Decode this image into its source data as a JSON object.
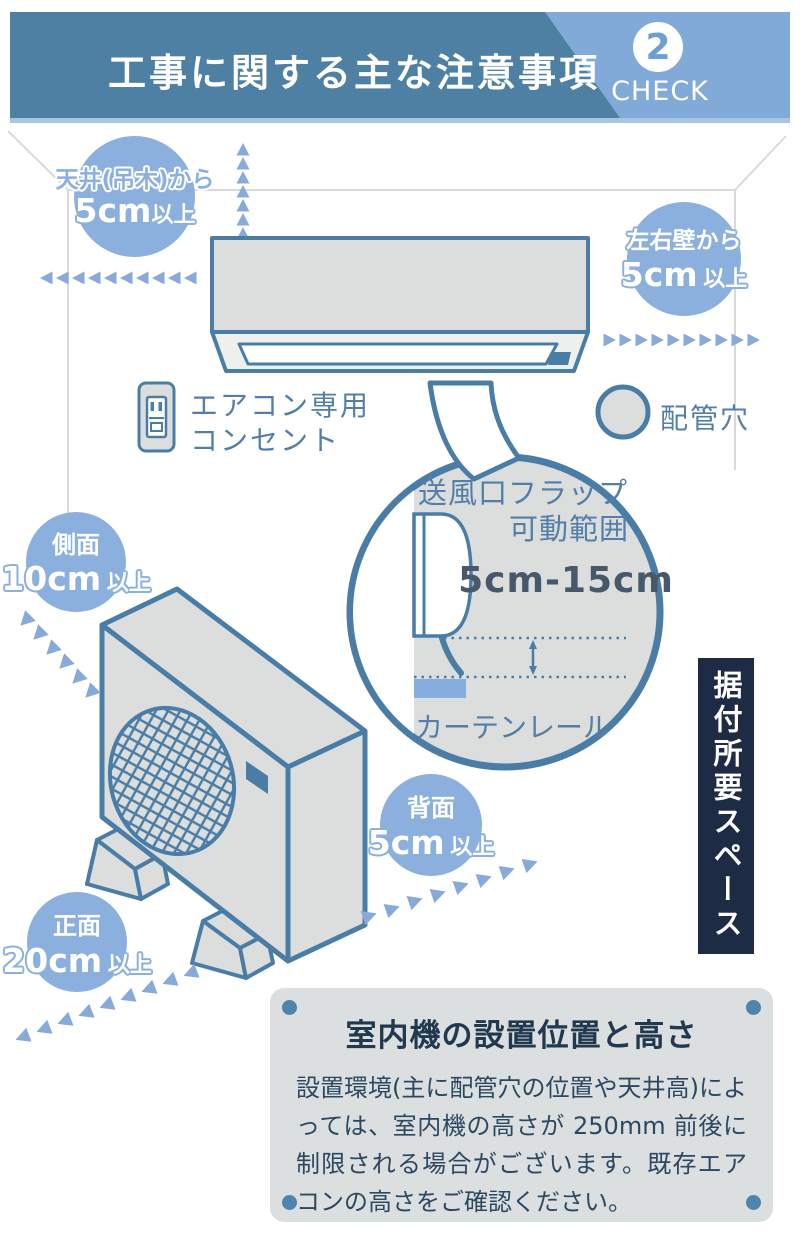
{
  "header": {
    "title": "工事に関する主な注意事項",
    "badge_number": "2",
    "badge_label": "CHECK"
  },
  "indoor": {
    "ceiling_clearance": {
      "text": "天井(吊木)から",
      "value": "5cm",
      "suffix": "以上"
    },
    "side_wall_clearance": {
      "text": "左右壁から",
      "value": "5cm",
      "suffix": "以上"
    },
    "outlet_label_line1": "エアコン専用",
    "outlet_label_line2": "コンセント",
    "pipe_hole_label": "配管穴"
  },
  "magnifier": {
    "title_line1": "送風口フラップ",
    "title_line2": "可動範囲",
    "range": "5cm-15cm",
    "curtain_rail_label": "カーテンレール"
  },
  "outdoor": {
    "side_clearance": {
      "face": "側面",
      "value": "10cm",
      "suffix": "以上"
    },
    "back_clearance": {
      "face": "背面",
      "value": "5cm",
      "suffix": "以上"
    },
    "front_clearance": {
      "face": "正面",
      "value": "20cm",
      "suffix": "以上"
    }
  },
  "side_banner": {
    "text": "据付所要スペース"
  },
  "notice": {
    "title": "室内機の設置位置と高さ",
    "body": "設置環境(主に配管穴の位置や天井高)によっては、室内機の高さが 250mm 前後に制限される場合がございます。既存エアコンの高さをご確認ください。"
  },
  "colors": {
    "banner": "#4e80a4",
    "banner_accent": "#81aad8",
    "outline_blue": "#4a7da6",
    "label_blue": "#8cb0de",
    "arrow_blue": "#87aadb",
    "text_blue": "#527ea8",
    "navy": "#1d2b45",
    "panel_gray": "#dcdedd",
    "range_text": "#47586b"
  }
}
